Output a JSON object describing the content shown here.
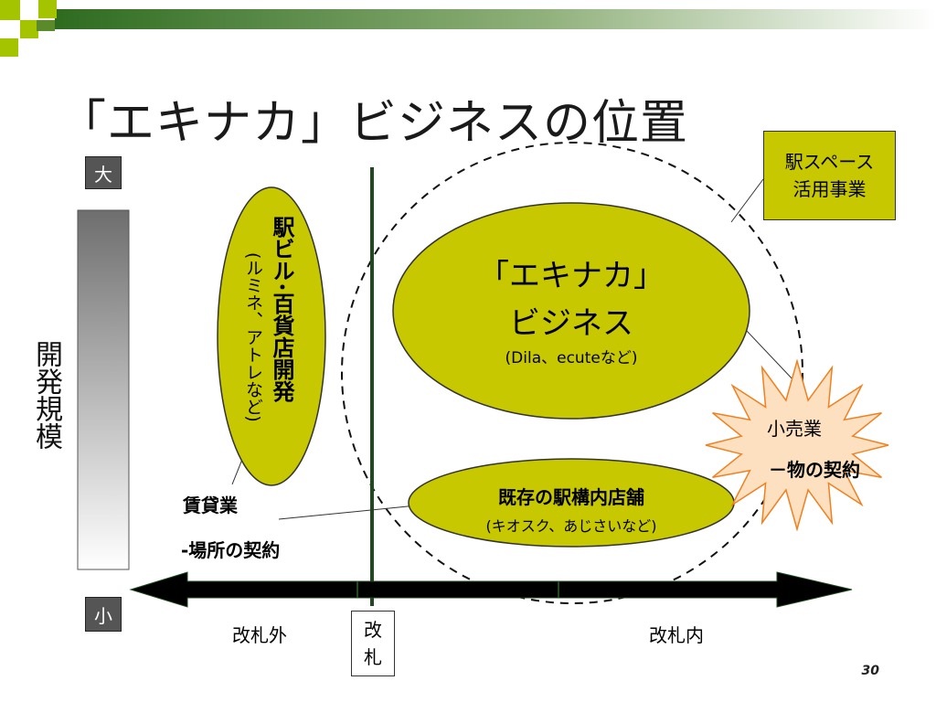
{
  "slide": {
    "title": "「エキナカ」ビジネスの位置",
    "page_number": "30"
  },
  "scale": {
    "axis_label": "開発規模",
    "top": "大",
    "bottom": "小"
  },
  "zones": {
    "outside": "改札外",
    "gate": "改\n札",
    "inside": "改札内"
  },
  "station_building": {
    "title": "駅ビル･百貨店開発",
    "sub": "(ルミネ、アトレなど)"
  },
  "ekinaka": {
    "line1": "「エキナカ」",
    "line2": "ビジネス",
    "sub": "(Dila、ecuteなど)"
  },
  "existing_shops": {
    "title": "既存の駅構内店舗",
    "sub": "(キオスク、あじさいなど)"
  },
  "space_business": {
    "line1": "駅スペース",
    "line2": "活用事業"
  },
  "retail": {
    "line1": "小売業",
    "line2": "－物の契約"
  },
  "rental": {
    "line1": "賃貸業",
    "line2": "-場所の契約"
  },
  "colors": {
    "olive": "#c8c800",
    "dark_green": "#1f4a1f",
    "star_fill": "#fde0c0",
    "star_stroke": "#f08020"
  }
}
